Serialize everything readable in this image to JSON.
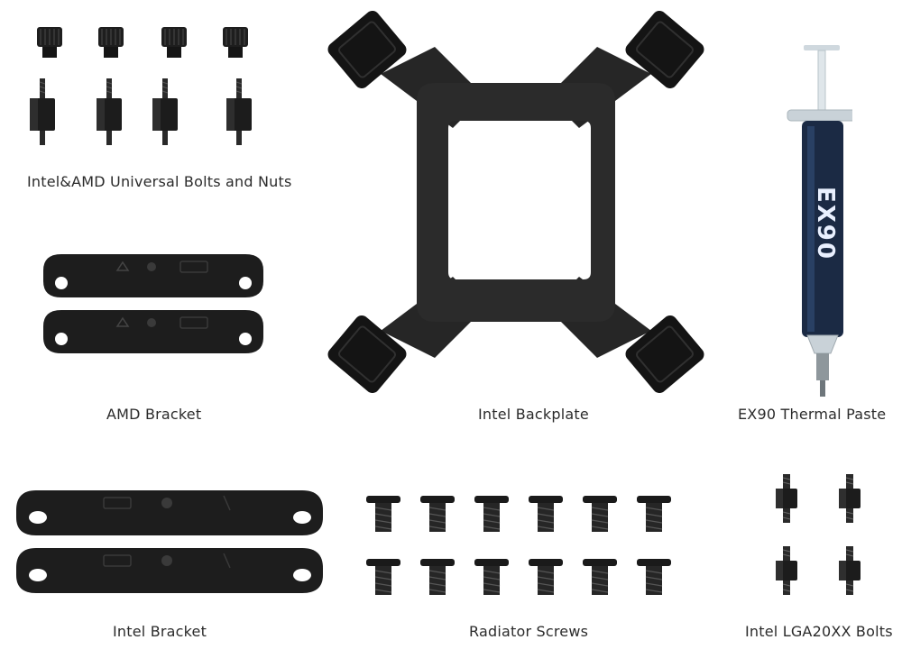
{
  "captions": {
    "bolts_nuts": "Intel&AMD Universal Bolts and Nuts",
    "amd_bracket": "AMD Bracket",
    "intel_backplate": "Intel Backplate",
    "thermal_paste": "EX90 Thermal Paste",
    "intel_bracket": "Intel Bracket",
    "radiator_screws": "Radiator Screws",
    "lga_bolts": "Intel LGA20XX Bolts"
  },
  "paste_label": "EX90",
  "counts": {
    "universal_nuts": 4,
    "universal_bolts": 4,
    "radiator_screws": 12,
    "lga_bolts": 4
  },
  "colors": {
    "part": "#1f1f1f",
    "part_dark": "#111111",
    "caption": "#2b2b2b",
    "paste_body": "#1b2a44"
  }
}
